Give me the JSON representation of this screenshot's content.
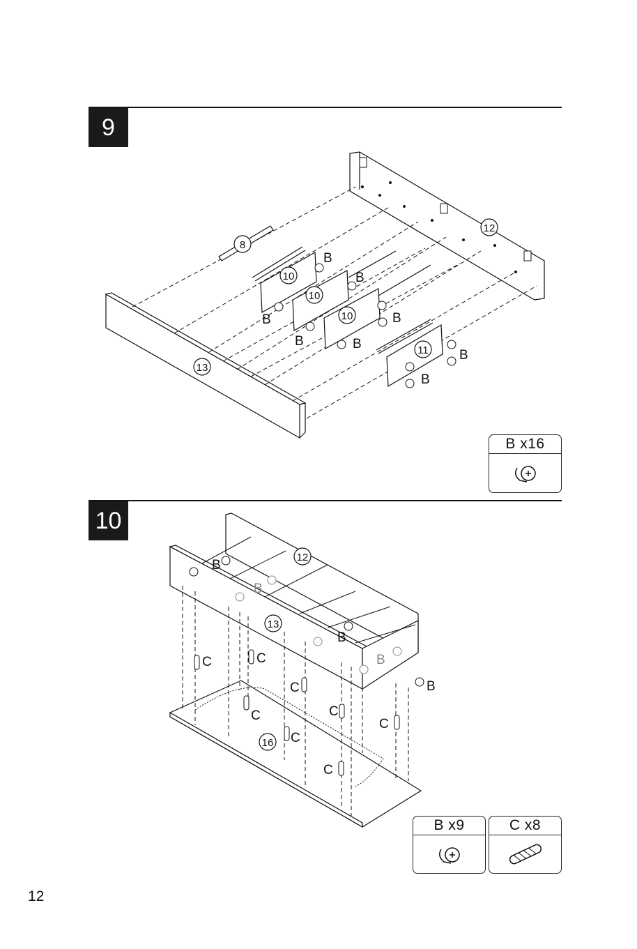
{
  "steps": [
    {
      "number": "9",
      "callouts": {
        "side_panel": "12",
        "dowel": "8",
        "divider": "10",
        "end_divider": "11",
        "front_panel": "13"
      },
      "hardware_label": "B",
      "hardware": [
        {
          "label": "B x16",
          "icon": "cam-lock-icon"
        }
      ]
    },
    {
      "number": "10",
      "callouts": {
        "side_panel": "12",
        "front_panel": "13",
        "base_panel": "16"
      },
      "hardware_labels": {
        "cam": "B",
        "dowel": "C"
      },
      "hardware": [
        {
          "label": "B x9",
          "icon": "cam-lock-icon"
        },
        {
          "label": "C x8",
          "icon": "wood-dowel-icon"
        }
      ]
    }
  ],
  "page_number": "12",
  "colors": {
    "ink": "#111111",
    "badge": "#1a1a1a",
    "muted_label": "#888888"
  }
}
